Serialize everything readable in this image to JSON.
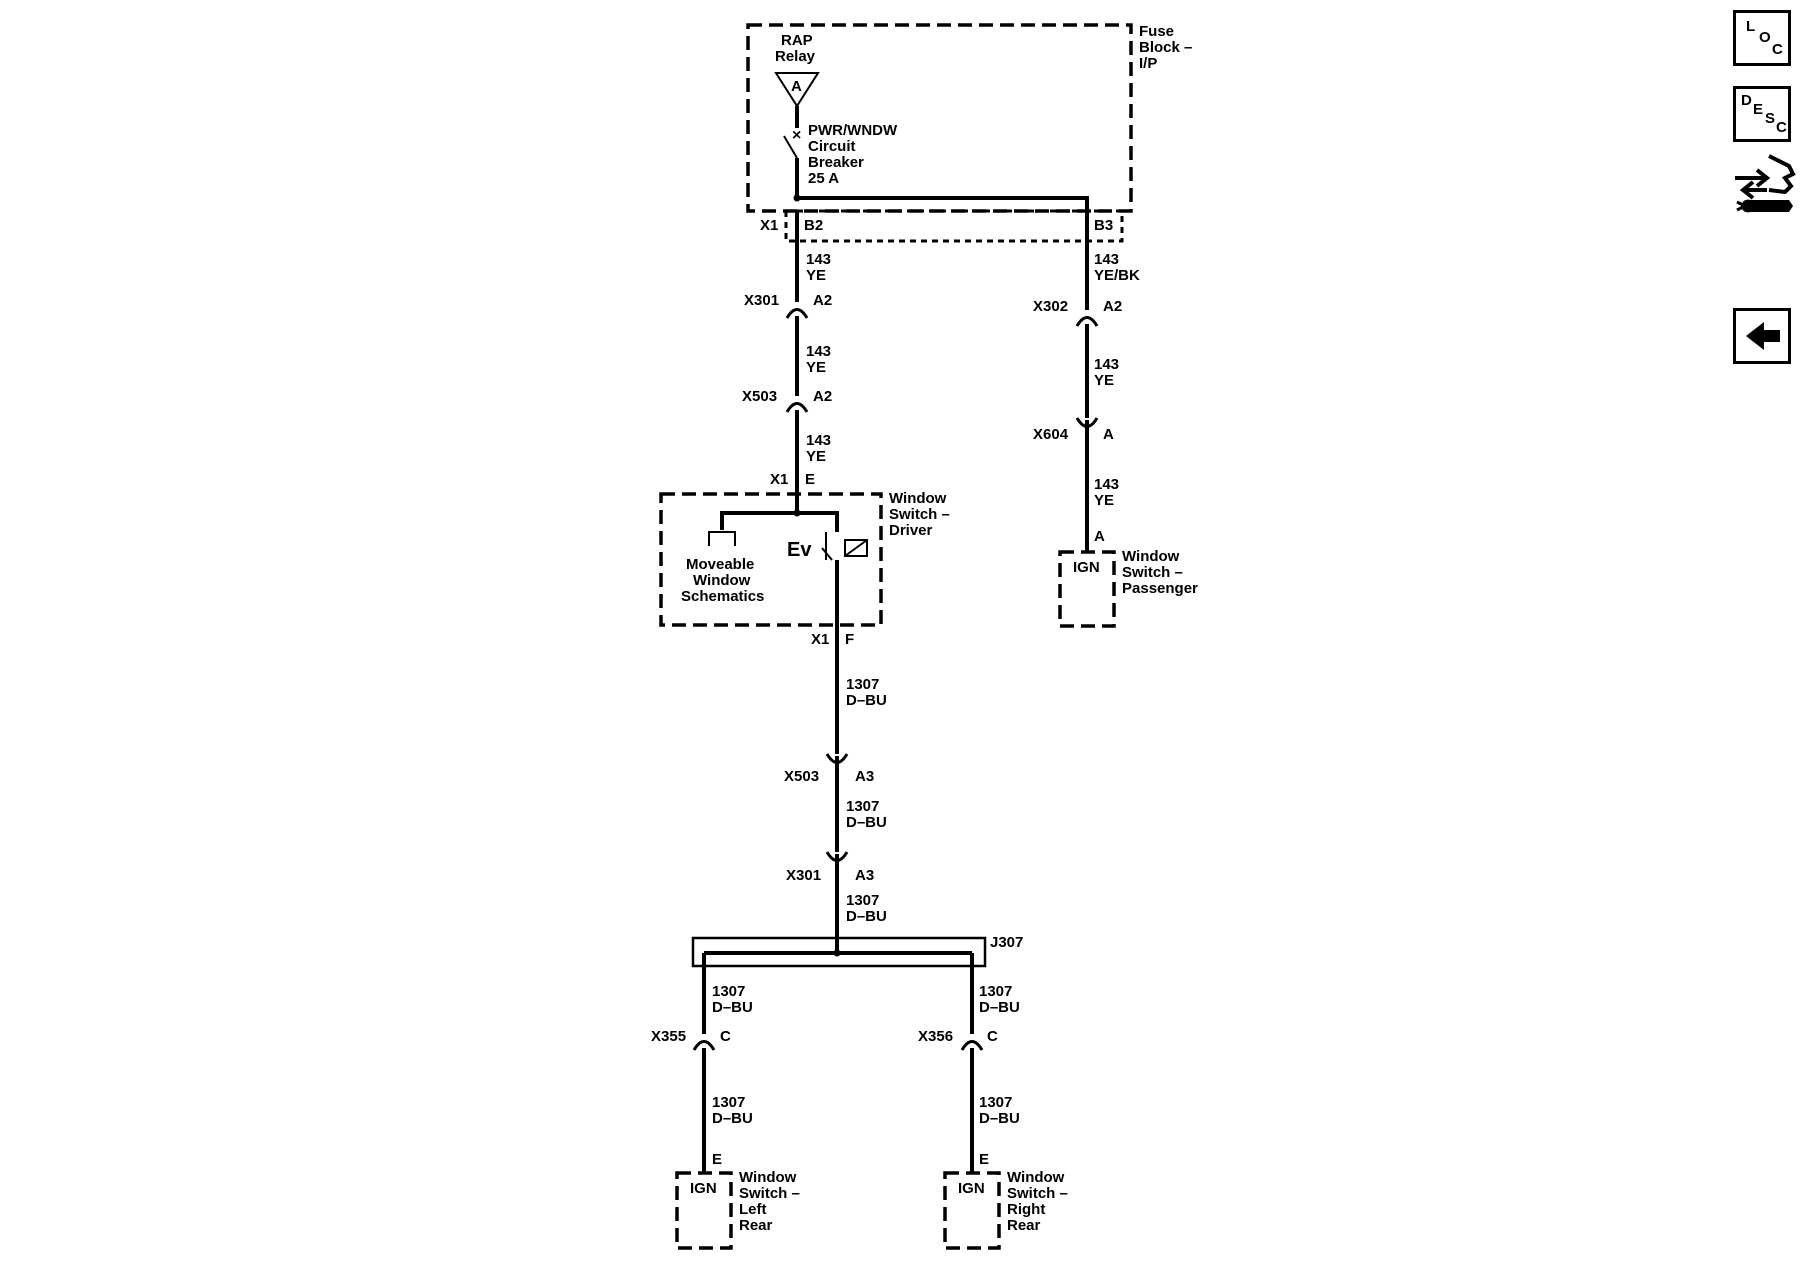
{
  "sidebar": {
    "loc": {
      "l1": "L",
      "l2": "O",
      "l3": "C"
    },
    "desc": {
      "l1": "D",
      "l2": "E",
      "l3": "S",
      "l4": "C"
    }
  },
  "components": {
    "fuse_block": [
      "Fuse",
      "Block –",
      "I/P"
    ],
    "rap_relay": [
      "RAP",
      "Relay"
    ],
    "rap_symbol": "A",
    "breaker": [
      "PWR/WNDW",
      "Circuit",
      "Breaker",
      "25 A"
    ],
    "driver_switch": [
      "Window",
      "Switch –",
      "Driver"
    ],
    "moveable": [
      "Moveable",
      "Window",
      "Schematics"
    ],
    "ev_symbol": "Ev",
    "passenger_switch": [
      "Window",
      "Switch –",
      "Passenger"
    ],
    "left_rear_switch": [
      "Window",
      "Switch –",
      "Left",
      "Rear"
    ],
    "right_rear_switch": [
      "Window",
      "Switch –",
      "Right",
      "Rear"
    ],
    "ign": "IGN",
    "splice": "J307"
  },
  "connectors": {
    "fuse_x1": "X1",
    "fuse_b2": "B2",
    "fuse_b3": "B3",
    "x301": "X301",
    "x302": "X302",
    "x503": "X503",
    "x604": "X604",
    "x355": "X355",
    "x356": "X356",
    "a2": "A2",
    "a3": "A3",
    "a": "A",
    "c": "C",
    "e": "E",
    "f": "F",
    "x1": "X1"
  },
  "wires": {
    "w143": "143",
    "w1307": "1307",
    "ye": "YE",
    "yebk": "YE/BK",
    "dbu": "D–BU"
  }
}
